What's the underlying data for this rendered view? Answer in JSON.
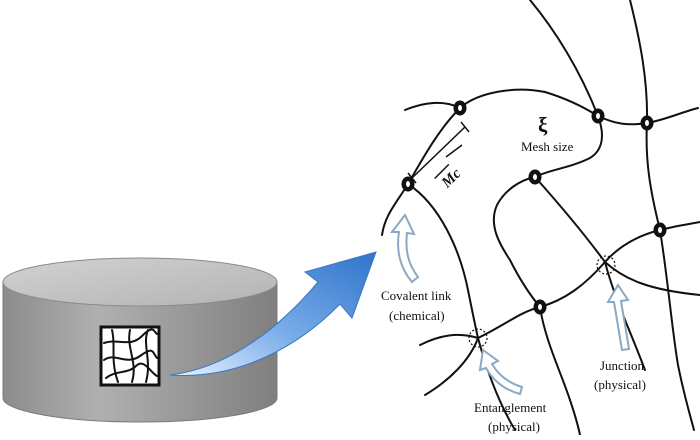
{
  "labels": {
    "mesh_symbol": "ξ",
    "mesh_size": "Mesh size",
    "mc_symbol": "Mc",
    "covalent_line1": "Covalent link",
    "covalent_line2": "(chemical)",
    "junction_line1": "Junction",
    "junction_line2": "(physical)",
    "entanglement_line1": "Entanglement",
    "entanglement_line2": "(physical)"
  },
  "colors": {
    "cylinder_side": "#9a9a9a",
    "cylinder_top": "#c4c4c4",
    "arrow_blue": "#3f86d6",
    "hollow_arrow_stroke": "#8aa9c4",
    "line": "#111111"
  },
  "icons": {
    "gel_sample": "cylinder-icon",
    "zoom_arrow": "curved-arrow-icon",
    "pointer": "hollow-arrow-icon"
  }
}
